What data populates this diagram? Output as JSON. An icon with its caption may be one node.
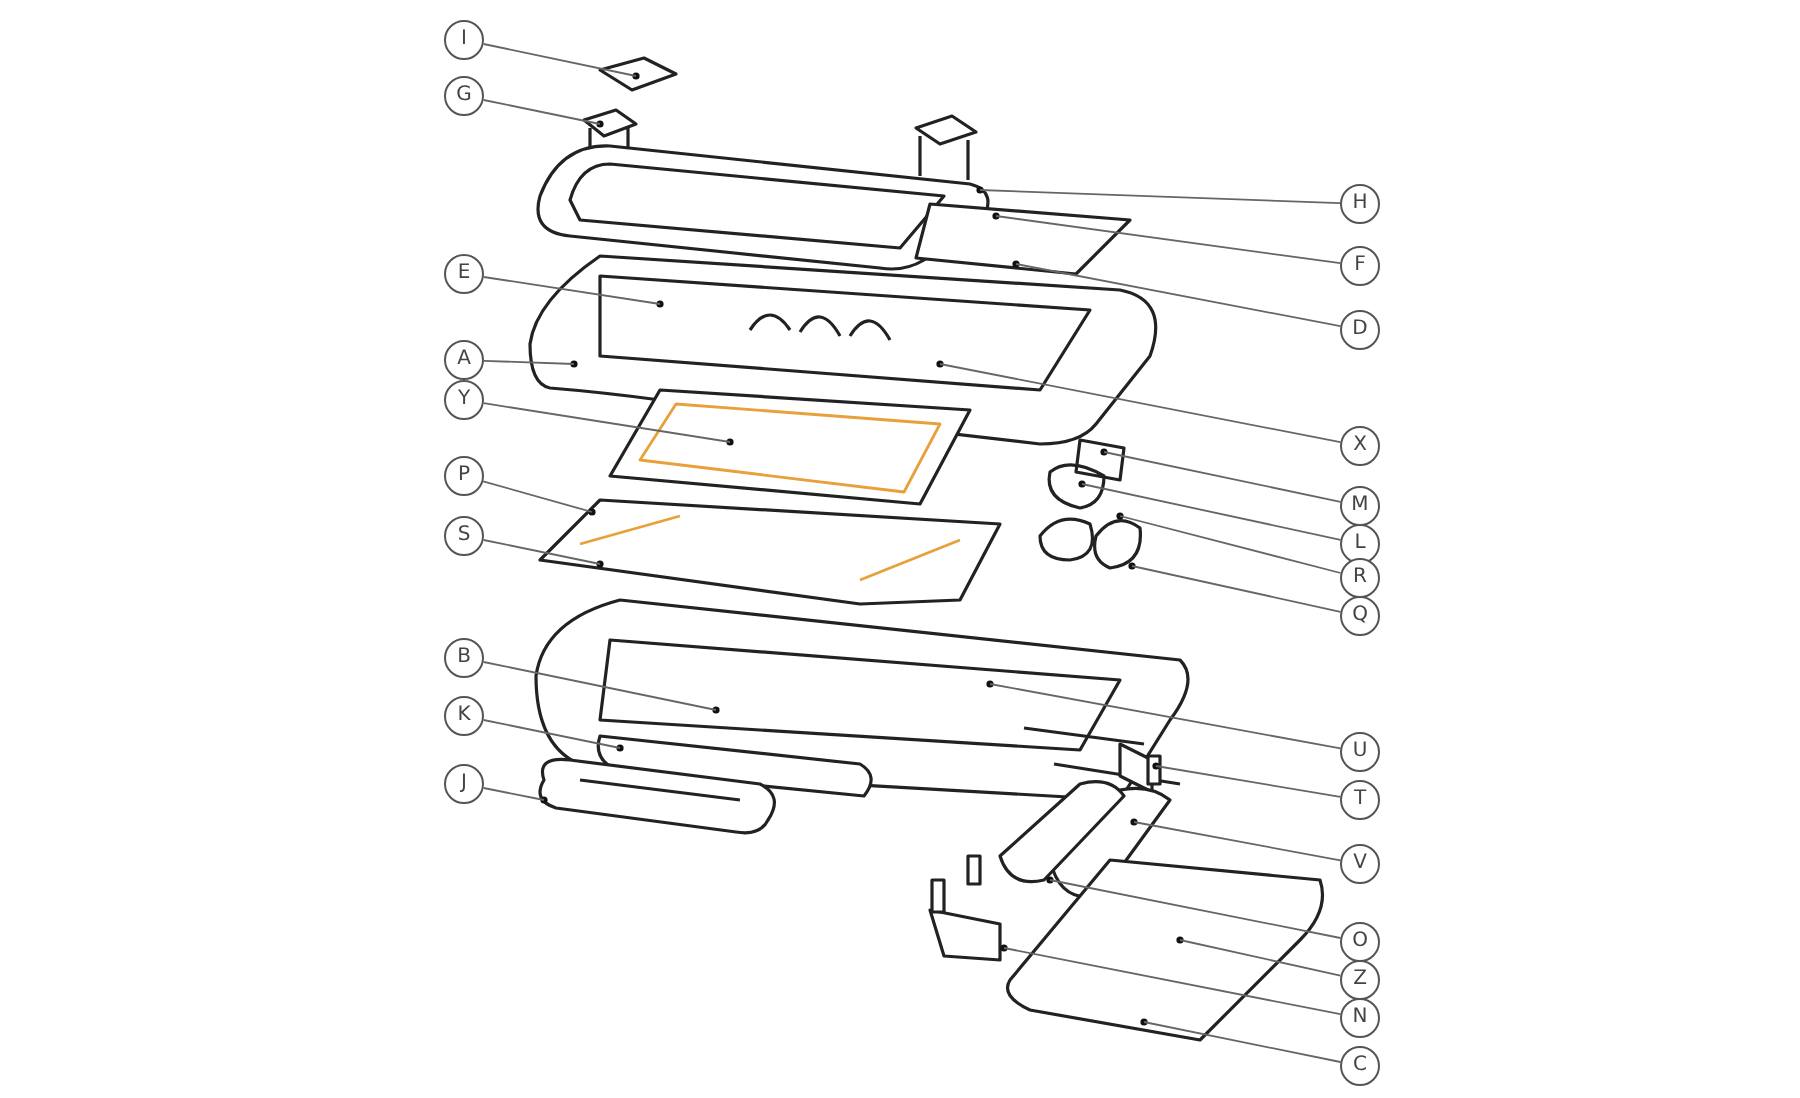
{
  "diagram": {
    "nodes": [
      {
        "text": [
          "I"
        ]
      },
      {
        "text": [
          "G"
        ]
      },
      {
        "text": [
          "E"
        ]
      },
      {
        "text": [
          "A"
        ]
      },
      {
        "text": [
          "Y"
        ]
      },
      {
        "text": [
          "P"
        ]
      },
      {
        "text": [
          "S"
        ]
      },
      {
        "text": [
          "B"
        ]
      },
      {
        "text": [
          "K"
        ]
      },
      {
        "text": [
          "J"
        ]
      },
      {
        "text": [
          "H"
        ]
      },
      {
        "text": [
          "F"
        ]
      },
      {
        "text": [
          "D"
        ]
      },
      {
        "text": [
          "X"
        ]
      },
      {
        "text": [
          "M"
        ]
      },
      {
        "text": [
          "L"
        ]
      },
      {
        "text": [
          "R"
        ]
      },
      {
        "text": [
          "Q"
        ]
      },
      {
        "text": [
          "U"
        ]
      },
      {
        "text": [
          "T"
        ]
      },
      {
        "text": [
          "V"
        ]
      },
      {
        "text": [
          "O"
        ]
      },
      {
        "text": [
          "Z"
        ]
      },
      {
        "text": [
          "N"
        ]
      },
      {
        "text": [
          "C"
        ]
      }
    ],
    "edges": [
      {
        "from": 0,
        "to": null,
        "arrow": "none"
      },
      {
        "from": 1,
        "to": null,
        "arrow": "none"
      },
      {
        "from": 2,
        "to": null,
        "arrow": "none"
      },
      {
        "from": 3,
        "to": null,
        "arrow": "none"
      },
      {
        "from": 4,
        "to": null,
        "arrow": "none"
      },
      {
        "from": 5,
        "to": null,
        "arrow": "none"
      },
      {
        "from": 6,
        "to": null,
        "arrow": "none"
      },
      {
        "from": 7,
        "to": null,
        "arrow": "none"
      },
      {
        "from": 8,
        "to": null,
        "arrow": "none"
      },
      {
        "from": 9,
        "to": null,
        "arrow": "none"
      },
      {
        "from": 10,
        "to": null,
        "arrow": "none"
      },
      {
        "from": 11,
        "to": null,
        "arrow": "none"
      },
      {
        "from": 12,
        "to": null,
        "arrow": "none"
      },
      {
        "from": 13,
        "to": null,
        "arrow": "none"
      },
      {
        "from": 14,
        "to": null,
        "arrow": "none"
      },
      {
        "from": 15,
        "to": null,
        "arrow": "none"
      },
      {
        "from": 16,
        "to": null,
        "arrow": "none"
      },
      {
        "from": 17,
        "to": null,
        "arrow": "none"
      },
      {
        "from": 18,
        "to": null,
        "arrow": "none"
      },
      {
        "from": 19,
        "to": null,
        "arrow": "none"
      },
      {
        "from": 20,
        "to": null,
        "arrow": "none"
      },
      {
        "from": 21,
        "to": null,
        "arrow": "none"
      },
      {
        "from": 22,
        "to": null,
        "arrow": "none"
      },
      {
        "from": 23,
        "to": null,
        "arrow": "none"
      },
      {
        "from": 24,
        "to": null,
        "arrow": "none"
      }
    ]
  }
}
